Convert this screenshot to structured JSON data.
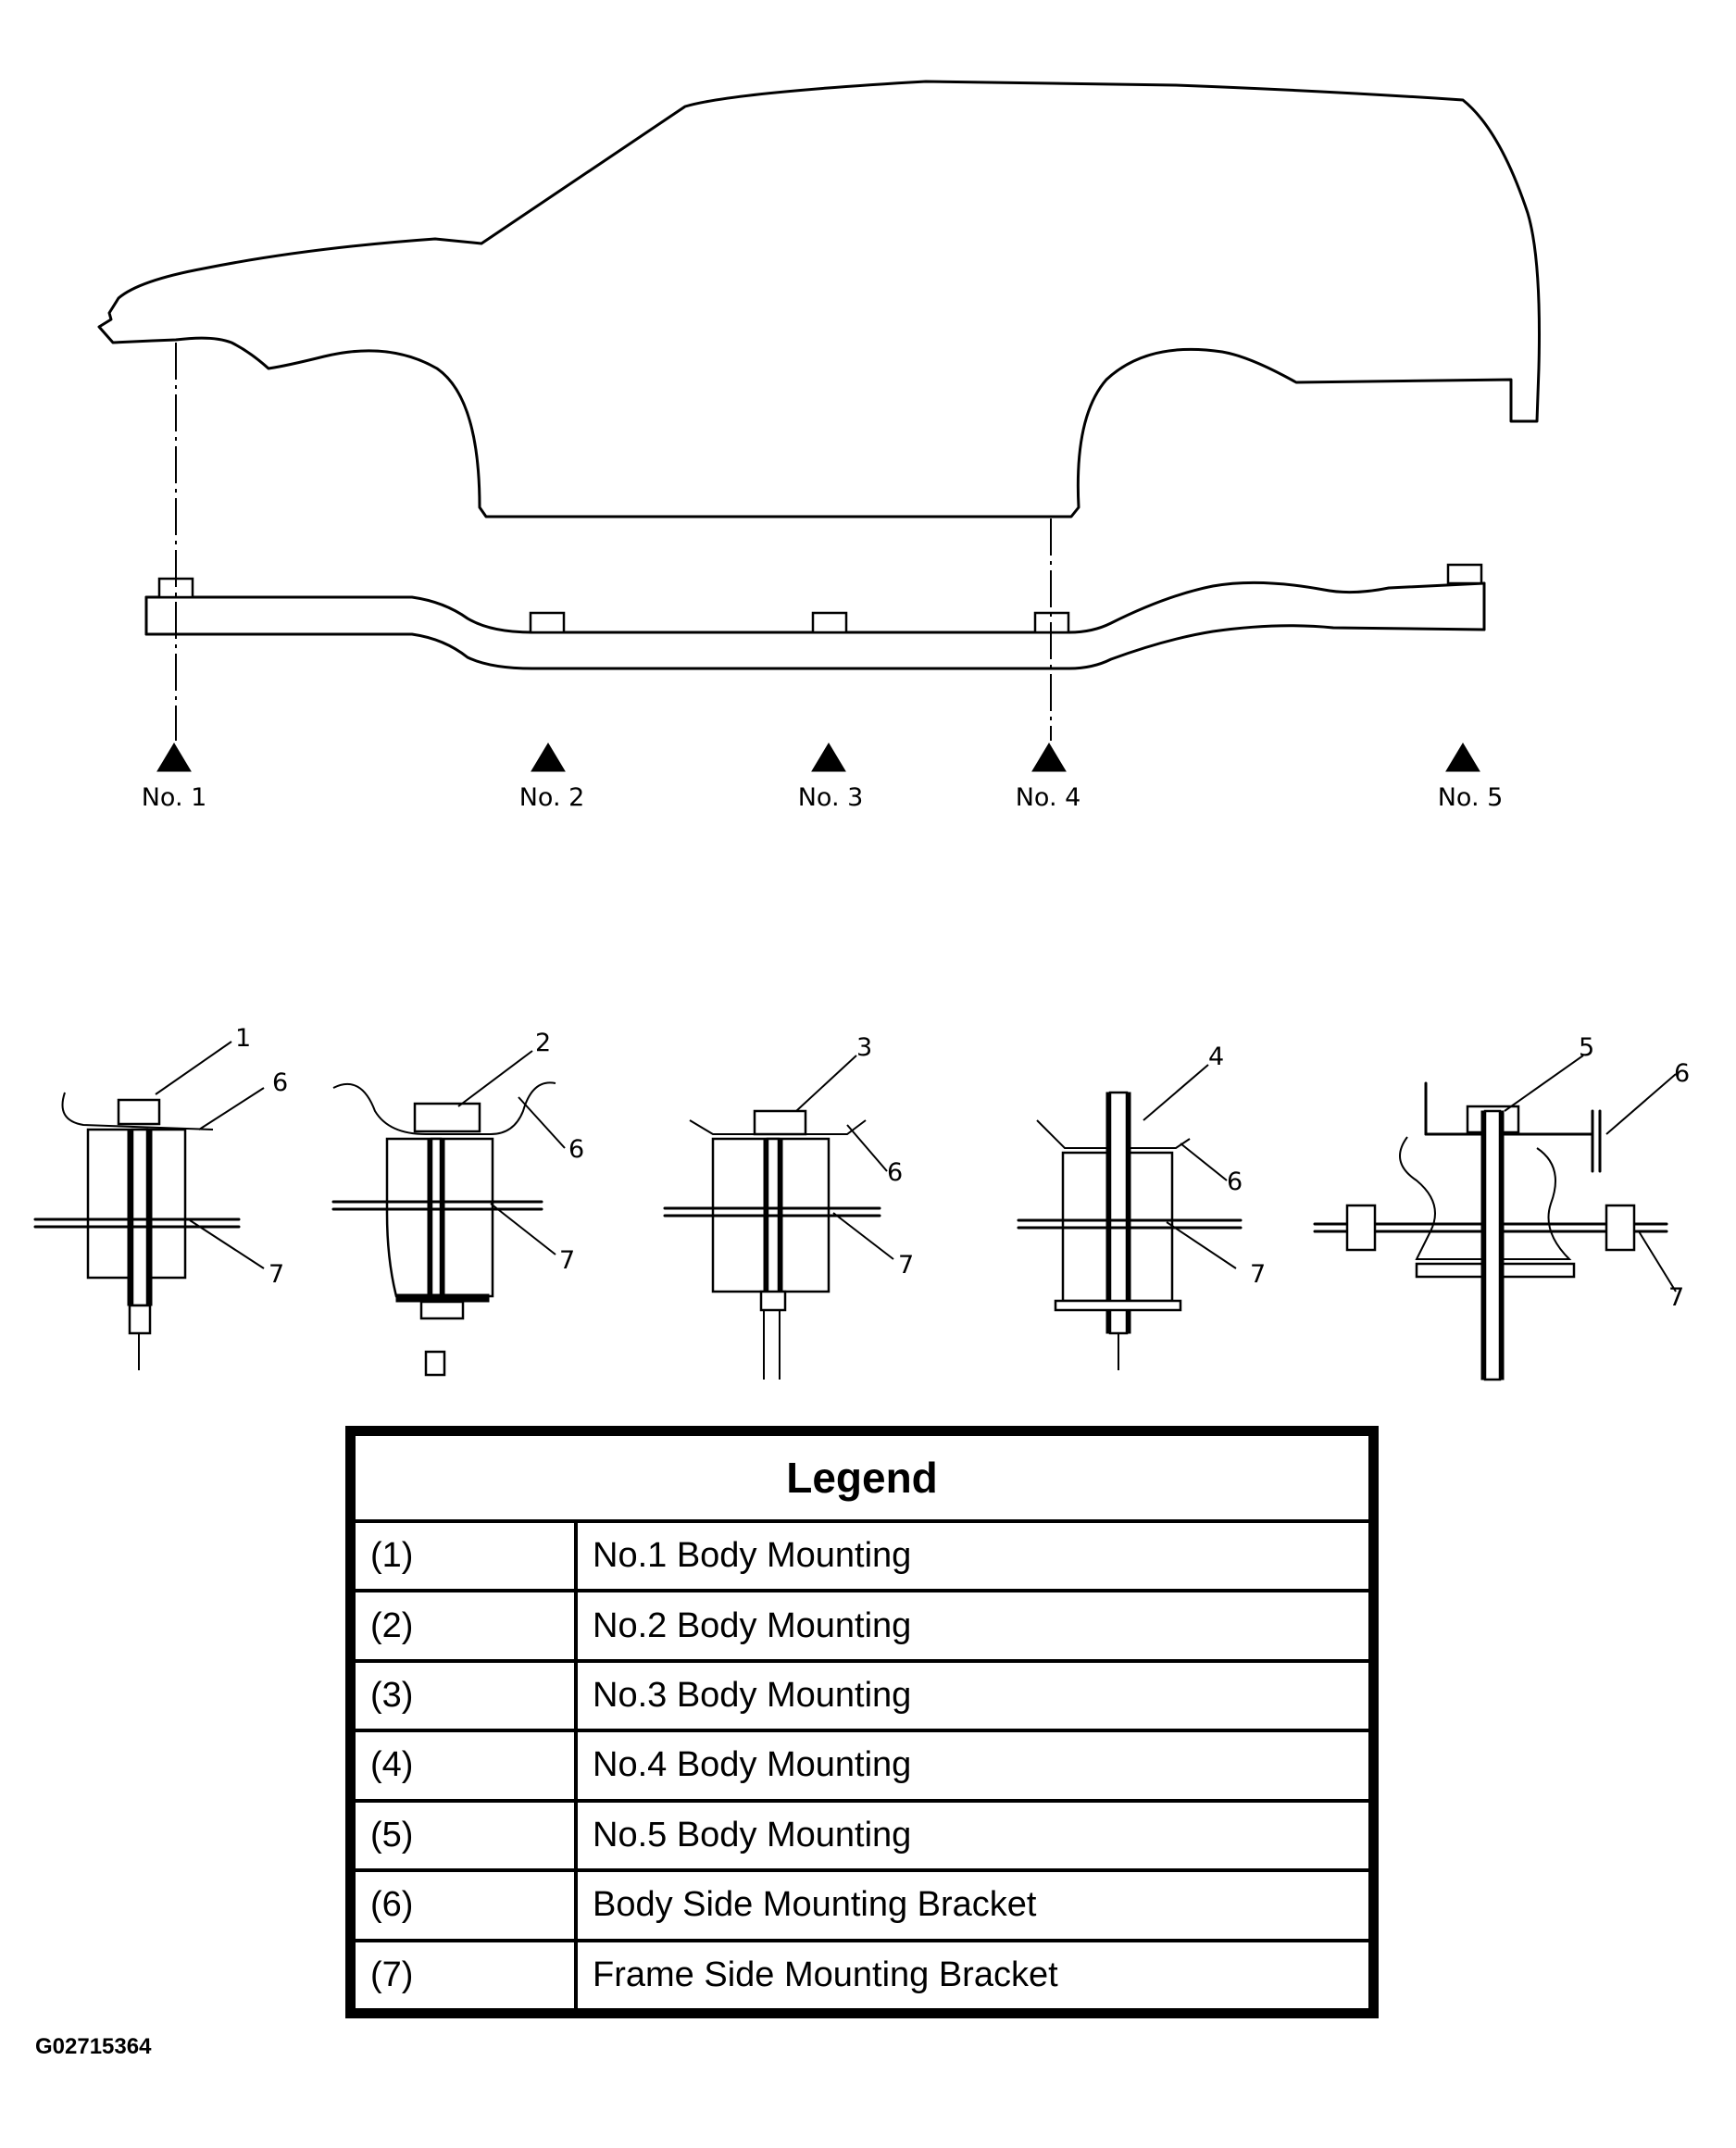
{
  "position_labels": [
    "No. 1",
    "No. 2",
    "No. 3",
    "No. 4",
    "No. 5"
  ],
  "callouts": [
    "1",
    "2",
    "3",
    "4",
    "5",
    "6",
    "7"
  ],
  "legend": {
    "title": "Legend",
    "rows": [
      {
        "code": "(1)",
        "text": "No.1 Body Mounting"
      },
      {
        "code": "(2)",
        "text": "No.2 Body Mounting"
      },
      {
        "code": "(3)",
        "text": "No.3 Body Mounting"
      },
      {
        "code": "(4)",
        "text": "No.4 Body Mounting"
      },
      {
        "code": "(5)",
        "text": "No.5 Body Mounting"
      },
      {
        "code": "(6)",
        "text": "Body Side Mounting Bracket"
      },
      {
        "code": "(7)",
        "text": "Frame Side Mounting Bracket"
      }
    ]
  },
  "figure_id": "G02715364"
}
